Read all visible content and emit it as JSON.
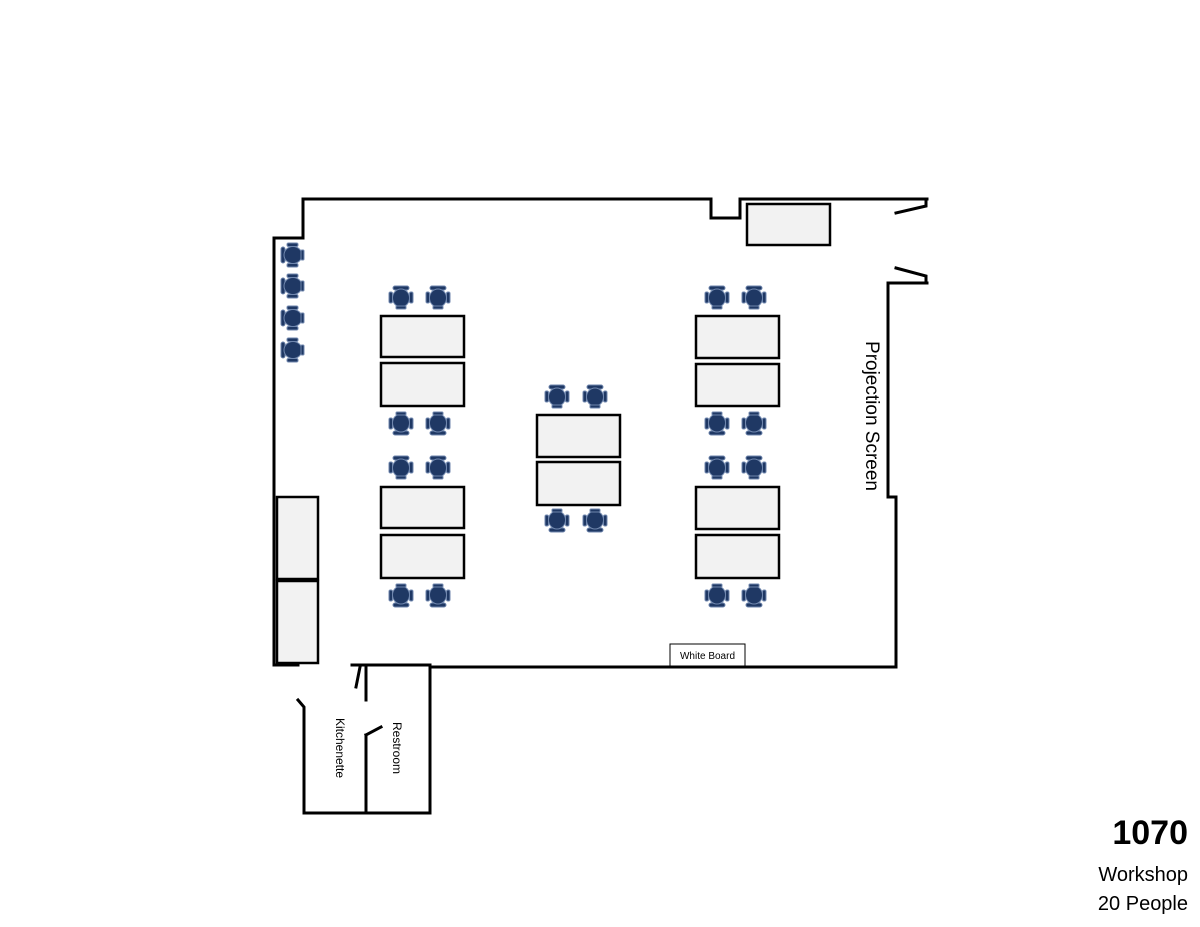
{
  "labels": {
    "projection_screen": "Projection Screen",
    "white_board": "White Board",
    "kitchenette": "Kitchenette",
    "restroom": "Restroom"
  },
  "room": {
    "number": "1070",
    "layout": "Workshop",
    "capacity": "20 People"
  },
  "colors": {
    "chair": "#1f3864",
    "table_fill": "#f2f2f2",
    "wall": "#000000"
  }
}
